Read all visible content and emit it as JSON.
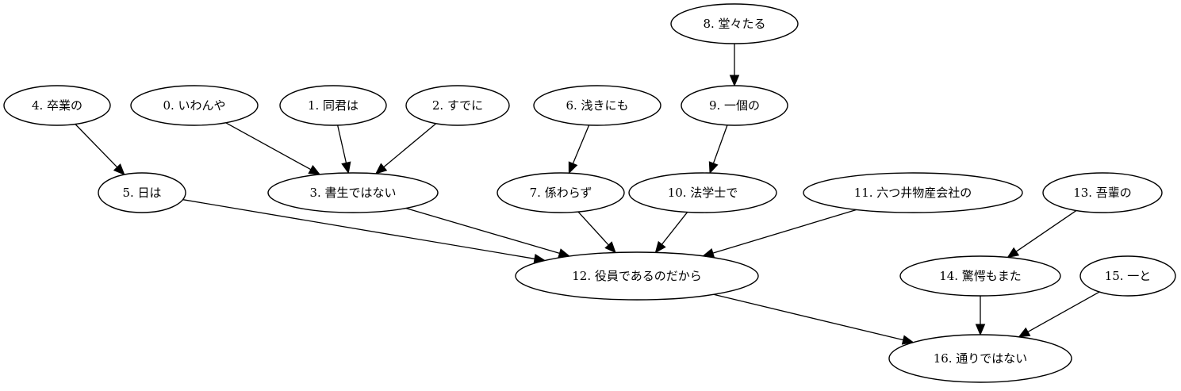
{
  "nodes": [
    {
      "id": 0,
      "label": "0. いわんや"
    },
    {
      "id": 1,
      "label": "1. 同君は"
    },
    {
      "id": 2,
      "label": "2. すでに"
    },
    {
      "id": 3,
      "label": "3. 書生ではない"
    },
    {
      "id": 4,
      "label": "4. 卒業の"
    },
    {
      "id": 5,
      "label": "5. 日は"
    },
    {
      "id": 6,
      "label": "6. 浅きにも"
    },
    {
      "id": 7,
      "label": "7. 係わらず"
    },
    {
      "id": 8,
      "label": "8. 堂々たる"
    },
    {
      "id": 9,
      "label": "9. 一個の"
    },
    {
      "id": 10,
      "label": "10. 法学士で"
    },
    {
      "id": 11,
      "label": "11. 六つ井物産会社の"
    },
    {
      "id": 12,
      "label": "12. 役員であるのだから"
    },
    {
      "id": 13,
      "label": "13. 吾輩の"
    },
    {
      "id": 14,
      "label": "14. 驚愕もまた"
    },
    {
      "id": 15,
      "label": "15. 一と"
    },
    {
      "id": 16,
      "label": "16. 通りではない"
    }
  ],
  "edges": [
    {
      "from": 0,
      "to": 3
    },
    {
      "from": 1,
      "to": 3
    },
    {
      "from": 2,
      "to": 3
    },
    {
      "from": 4,
      "to": 5
    },
    {
      "from": 6,
      "to": 7
    },
    {
      "from": 8,
      "to": 9
    },
    {
      "from": 9,
      "to": 10
    },
    {
      "from": 5,
      "to": 12
    },
    {
      "from": 3,
      "to": 12
    },
    {
      "from": 7,
      "to": 12
    },
    {
      "from": 10,
      "to": 12
    },
    {
      "from": 11,
      "to": 12
    },
    {
      "from": 13,
      "to": 14
    },
    {
      "from": 12,
      "to": 16
    },
    {
      "from": 14,
      "to": 16
    },
    {
      "from": 15,
      "to": 16
    }
  ]
}
